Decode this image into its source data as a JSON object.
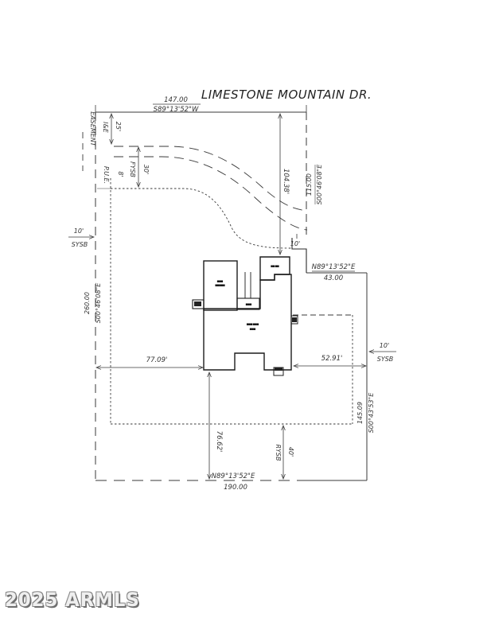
{
  "street": {
    "name": "LIMESTONE MOUNTAIN DR."
  },
  "boundary": {
    "north": {
      "distance": "147.00",
      "bearing": "S89°13'52\"W"
    },
    "west": {
      "distance": "260.00",
      "bearing": "S00°46'08\"E"
    },
    "east_upper": {
      "distance": "115.00",
      "bearing": "S00°46'08\"E"
    },
    "ne_segment": {
      "distance": "43.00",
      "bearing": "N89°13'52\"E"
    },
    "east_lower": {
      "distance": "145.09",
      "bearing": "S00°43'53\"E"
    },
    "south": {
      "distance": "190.00",
      "bearing": "N89°13'52\"E"
    }
  },
  "easements": {
    "easement_label": "EASEMENT",
    "ie_label": "I&E",
    "ie_width": "25'",
    "pue_label": "P.U.E.",
    "pue_width": "8'"
  },
  "setbacks": {
    "front": {
      "label": "FYSB",
      "value": "30'"
    },
    "side_west": {
      "label": "SYSB",
      "value": "10'"
    },
    "side_east": {
      "label": "SYSB",
      "value": "10'"
    },
    "rear": {
      "label": "RYSB",
      "value": "40'"
    },
    "ne_jog": {
      "value": "10'"
    }
  },
  "dimensions": {
    "street_to_house": "104.38'",
    "west_boundary_to_house": "77.09'",
    "house_to_east_boundary": "52.91'",
    "house_to_rear_boundary": "76.62'"
  },
  "house_marks": {
    "garage_line1": "▪▪▪",
    "garage_line2": "▪▪▪▪▪",
    "patio_text": "▪▪ ▪▪",
    "entry_text": "▪▪▪",
    "plan_line1": "▪▪▪ ▪▪▪",
    "plan_line2": "▪▪▪"
  },
  "watermark": {
    "text": "2025 ARMLS"
  }
}
